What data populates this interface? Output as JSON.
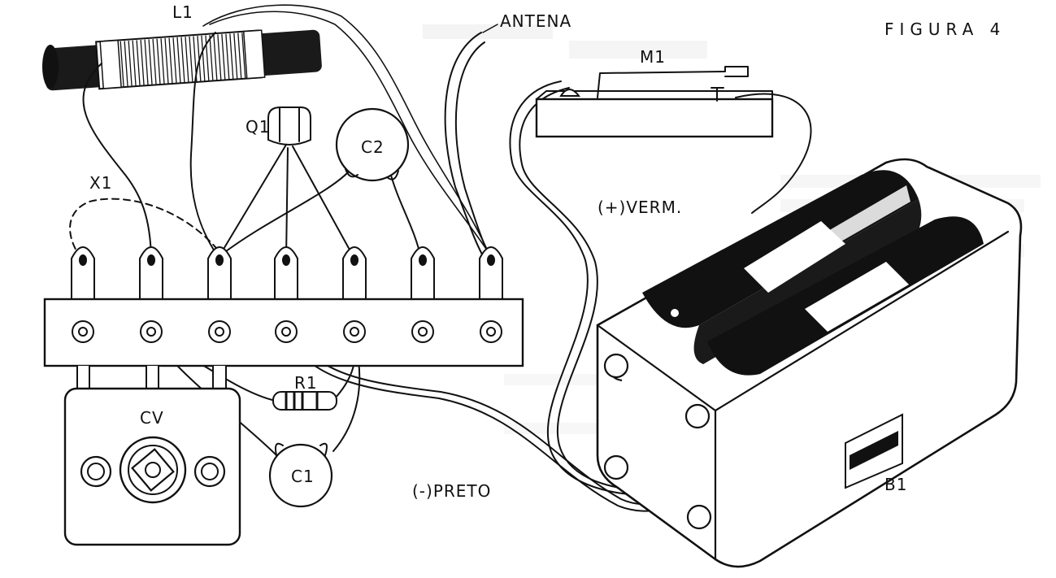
{
  "figure": {
    "caption": "FIGURA 4"
  },
  "components": {
    "l1": "L1",
    "antenna": "ANTENA",
    "m1": "M1",
    "q1": "Q1",
    "c2": "C2",
    "x1": "X1",
    "positive_lead": "(+)VERM.",
    "cv": "CV",
    "r1": "R1",
    "c1": "C1",
    "negative_lead": "(-)PRETO",
    "b1": "B1"
  },
  "colors": {
    "ink": "#111111",
    "paper": "#ffffff"
  }
}
